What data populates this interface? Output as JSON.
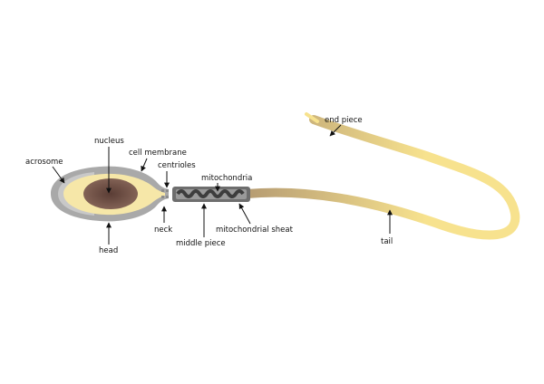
{
  "labels": {
    "nucleus": "nucleus",
    "cell_membrane": "cell membrane",
    "acrosome": "acrosome",
    "centrioles": "centrioles",
    "mitochondria": "mitochondria",
    "head": "head",
    "neck": "neck",
    "middle_piece": "middle piece",
    "mitochondrial_sheat": "mitochondrial sheat",
    "tail": "tail",
    "end_piece": "end piece"
  },
  "colors": {
    "membrane": "#a9a9a9",
    "acrosome": "#c8c8c8",
    "cytoplasm": "#f6e7a8",
    "nucleus_outer": "#8b6a5c",
    "nucleus_inner": "#5a3d35",
    "sheath": "#6e6e6e",
    "mitochondria": "#4d4d4d",
    "tail_start": "#b59b72",
    "tail_end": "#f7e28e"
  }
}
